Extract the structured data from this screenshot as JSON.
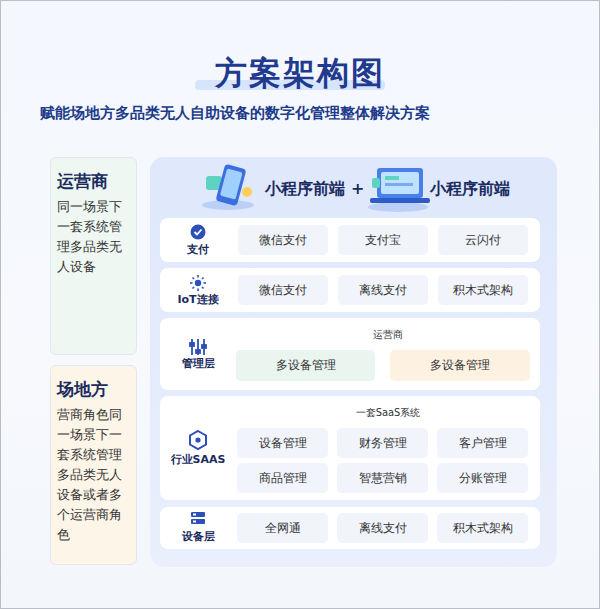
{
  "diagram": {
    "title": "方案架构图",
    "caption": "赋能场地方多品类无人自助设备的数字化管理整体解决方案",
    "nodes": [
      {
        "text": [
          "运营商",
          "同一场景下一套系统管理多品类无人设备"
        ]
      },
      {
        "text": [
          "场地方",
          "营商角色同一场景下一套系统管理多品类无人设备或者多个运营商角色"
        ]
      },
      {
        "text": [
          "小程序前端",
          "+",
          "小程序前端"
        ]
      },
      {
        "text": [
          "支付"
        ],
        "in": 2
      },
      {
        "text": [
          "微信支付"
        ],
        "in": 3
      },
      {
        "text": [
          "支付宝"
        ],
        "in": 3
      },
      {
        "text": [
          "云闪付"
        ],
        "in": 3
      },
      {
        "text": [
          "IoT连接"
        ],
        "in": 2
      },
      {
        "text": [
          "微信支付"
        ],
        "in": 7
      },
      {
        "text": [
          "离线支付"
        ],
        "in": 7
      },
      {
        "text": [
          "积木式架构"
        ],
        "in": 7
      },
      {
        "text": [
          "管理层",
          "运营商"
        ],
        "in": 2
      },
      {
        "text": [
          "多设备管理"
        ],
        "in": 11
      },
      {
        "text": [
          "多设备管理"
        ],
        "in": 11
      },
      {
        "text": [
          "行业SAAS",
          "一套SaaS系统"
        ],
        "in": 2
      },
      {
        "text": [
          "设备管理"
        ],
        "in": 14
      },
      {
        "text": [
          "财务管理"
        ],
        "in": 14
      },
      {
        "text": [
          "客户管理"
        ],
        "in": 14
      },
      {
        "text": [
          "商品管理"
        ],
        "in": 14
      },
      {
        "text": [
          "智慧营销"
        ],
        "in": 14
      },
      {
        "text": [
          "分账管理"
        ],
        "in": 14
      },
      {
        "text": [
          "设备层"
        ],
        "in": 2
      },
      {
        "text": [
          "全网通"
        ],
        "in": 21
      },
      {
        "text": [
          "离线支付"
        ],
        "in": 21
      },
      {
        "text": [
          "积木式架构"
        ],
        "in": 21
      }
    ]
  }
}
